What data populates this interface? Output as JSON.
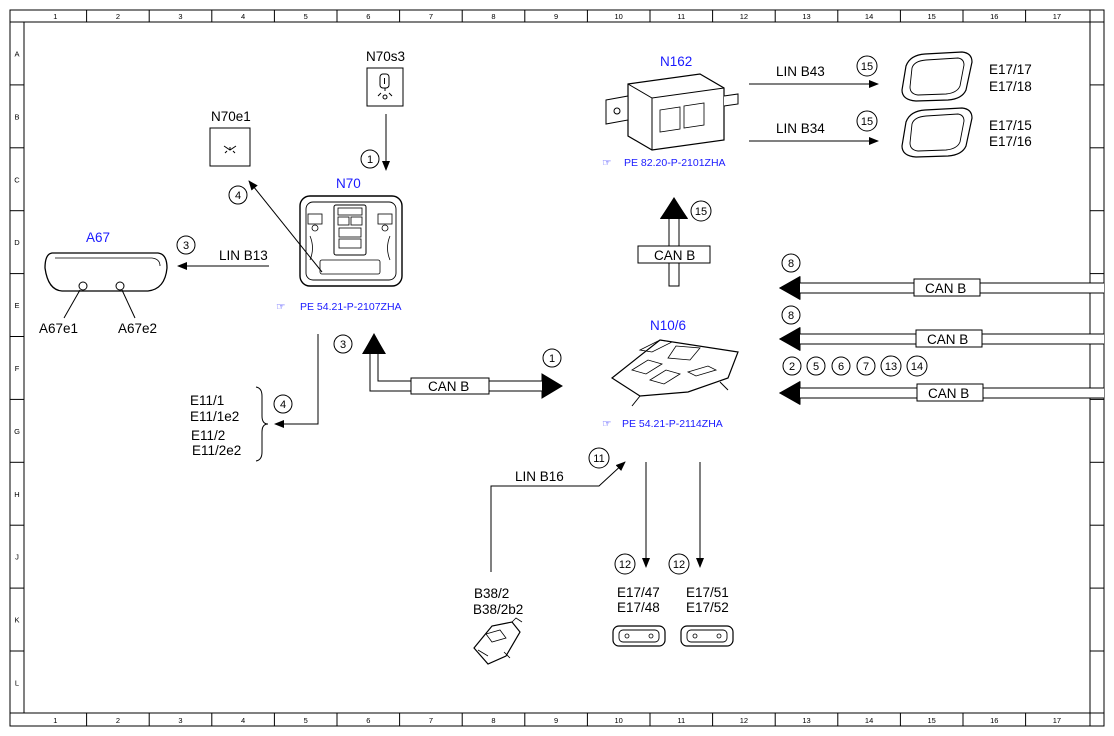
{
  "grid": {
    "columns": [
      "1",
      "2",
      "3",
      "4",
      "5",
      "6",
      "7",
      "8",
      "9",
      "10",
      "11",
      "12",
      "13",
      "14",
      "15",
      "16",
      "17"
    ],
    "rows": [
      "A",
      "B",
      "C",
      "D",
      "E",
      "F",
      "G",
      "H",
      "J",
      "K",
      "L"
    ]
  },
  "components": {
    "n70s3": "N70s3",
    "n70e1": "N70e1",
    "n70": "N70",
    "a67": "A67",
    "a67e1": "A67e1",
    "a67e2": "A67e2",
    "n162": "N162",
    "n10_6": "N10/6",
    "e17_17": "E17/17",
    "e17_18": "E17/18",
    "e17_15": "E17/15",
    "e17_16": "E17/16",
    "e11_1": "E11/1",
    "e11_1e2": "E11/1e2",
    "e11_2": "E11/2",
    "e11_2e2": "E11/2e2",
    "b38_2": "B38/2",
    "b38_2b2": "B38/2b2",
    "e17_47": "E17/47",
    "e17_48": "E17/48",
    "e17_51": "E17/51",
    "e17_52": "E17/52"
  },
  "references": {
    "n70_ref": "PE 54.21-P-2107ZHA",
    "n162_ref": "PE 82.20-P-2101ZHA",
    "n10_6_ref": "PE 54.21-P-2114ZHA"
  },
  "bus_labels": {
    "lin_b43": "LIN B43",
    "lin_b34": "LIN B34",
    "lin_b13": "LIN B13",
    "lin_b16": "LIN B16",
    "can_b": "CAN B"
  },
  "callouts": {
    "c1": "1",
    "c2": "2",
    "c3": "3",
    "c4": "4",
    "c5": "5",
    "c6": "6",
    "c7": "7",
    "c8": "8",
    "c11": "11",
    "c12": "12",
    "c13": "13",
    "c14": "14",
    "c15": "15"
  }
}
